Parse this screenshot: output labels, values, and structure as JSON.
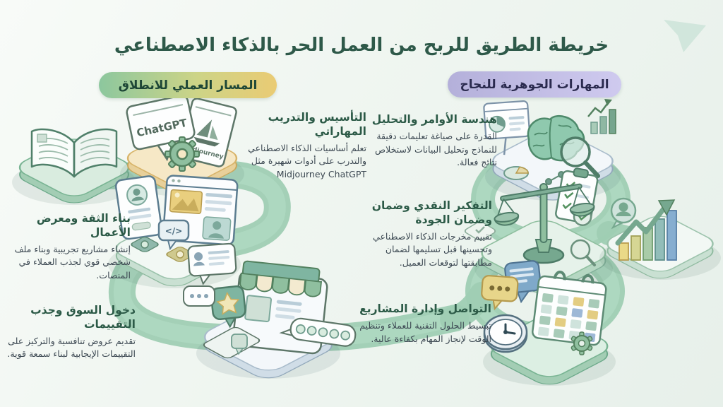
{
  "title": "خريطة الطريق للربح من العمل الحر بالذكاء الاصطناعي",
  "badges": {
    "left": "المسار العملي للانطلاق",
    "right": "المهارات الجوهرية للنجاح"
  },
  "left_steps": [
    {
      "title": "التأسيس والتدريب المهاراتي",
      "body": "تعلم أساسيات الذكاء الاصطناعي والتدرب على أدوات شهيرة مثل Midjourney ChatGPT",
      "icons": [
        "open-book-icon",
        "chatgpt-window-icon",
        "midjourney-window-icon",
        "gear-icon"
      ]
    },
    {
      "title": "بناء الثقة ومعرض الأعمال",
      "body": "إنشاء مشاريع تجريبية وبناء ملف شخصي قوي لجذب العملاء في المنصات.",
      "icons": [
        "profile-card-icon",
        "portfolio-window-icon",
        "code-bubble-icon"
      ]
    },
    {
      "title": "دخول السوق وجذب التقييمات",
      "body": "تقديم عروض تنافسية والتركيز على التقييمات الإيجابية لبناء سمعة قوية.",
      "icons": [
        "storefront-icon",
        "star-bubble-icon",
        "rating-bubble-icon",
        "testimonial-bubble-icon"
      ]
    }
  ],
  "right_skills": [
    {
      "title": "هندسة الأوامر والتحليل",
      "body": "القدرة على صياغة تعليمات دقيقة للنماذج وتحليل البيانات لاستخلاص نتائج فعالة.",
      "icons": [
        "brain-icon",
        "magnifier-icon",
        "pie-chart-icon",
        "bar-chart-icon",
        "dashboard-icon"
      ]
    },
    {
      "title": "التفكير النقدي وضمان وضمان الجودة",
      "body": "تقييم مخرجات الذكاء الاصطناعي وتحسينها قبل تسليمها لضمان مطابقتها لتوقعات العميل.",
      "icons": [
        "balance-scale-icon",
        "checklist-icon",
        "stamp-icon",
        "magnifier-icon"
      ]
    },
    {
      "title": "التواصل وإدارة المشاريع",
      "body": "تبسيط الحلول التقنية للعملاء وتنظيم الوقت لإنجاز المهام بكفاءة عالية.",
      "icons": [
        "chat-bubbles-icon",
        "calendar-icon",
        "clock-icon",
        "gear-icon"
      ]
    }
  ],
  "goal_icons": [
    "user-avatar-icon",
    "growth-arrow-icon",
    "bar-chart-icon"
  ],
  "tool_labels": {
    "chatgpt": "ChatGPT",
    "midjourney": "Midjourney",
    "code_glyph": "</>"
  },
  "colors": {
    "title": "#2e5949",
    "ribbon": "#9fcdb3",
    "badge_left_from": "#8cc79e",
    "badge_left_to": "#eacb74",
    "badge_right_from": "#b4b0da",
    "badge_right_to": "#cfcaef",
    "step_title": "#2c5a47",
    "body_text": "#3c4852"
  }
}
